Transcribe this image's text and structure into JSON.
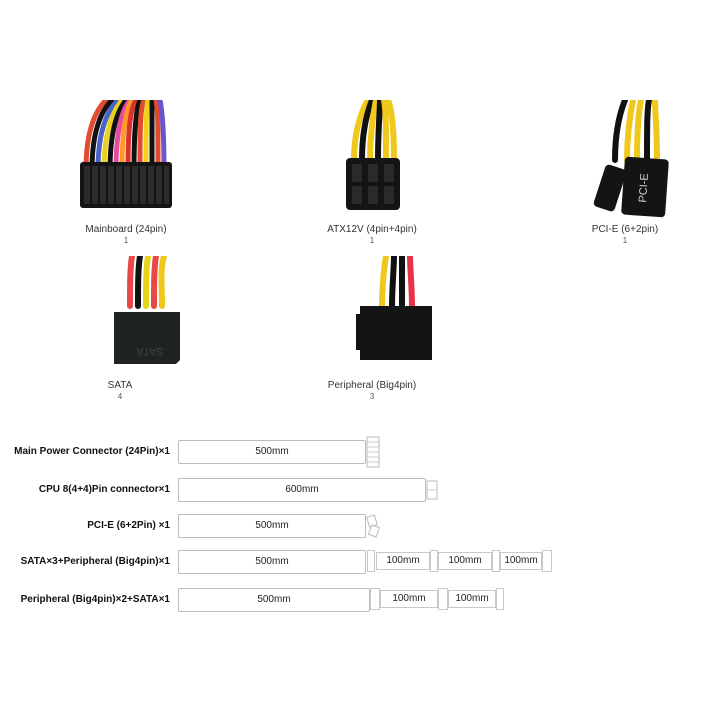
{
  "connectors": [
    {
      "name": "Mainboard (24pin)",
      "qty": "1"
    },
    {
      "name": "ATX12V (4pin+4pin)",
      "qty": "1"
    },
    {
      "name": "PCI-E (6+2pin)",
      "qty": "1"
    },
    {
      "name": "SATA",
      "qty": "4"
    },
    {
      "name": "Peripheral (Big4pin)",
      "qty": "3"
    }
  ],
  "pcie_text": "PCI-E",
  "sata_text": "SATA",
  "cables": [
    {
      "label": "Main Power Connector (24Pin)×1",
      "length": "500mm"
    },
    {
      "label": "CPU 8(4+4)Pin connector×1",
      "length": "600mm"
    },
    {
      "label": "PCI-E (6+2Pin) ×1",
      "length": "500mm"
    },
    {
      "label": "SATA×3+Peripheral (Big4pin)×1",
      "length": "500mm",
      "segments": [
        "100mm",
        "100mm",
        "100mm"
      ]
    },
    {
      "label": "Peripheral (Big4pin)×2+SATA×1",
      "length": "500mm",
      "segments": [
        "100mm",
        "100mm"
      ]
    }
  ]
}
